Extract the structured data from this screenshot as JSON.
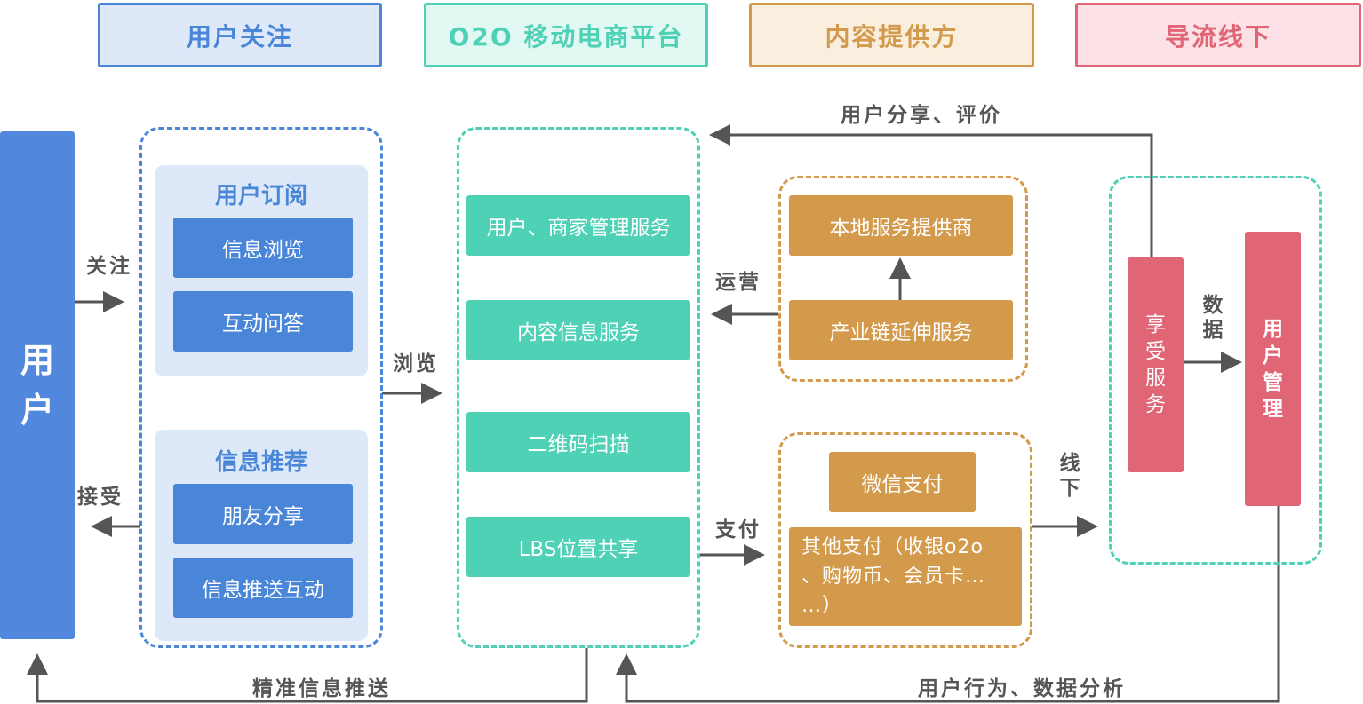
{
  "headers": {
    "user_attention": "用户关注",
    "o2o_platform": "O2O 移动电商平台",
    "content_provider": "内容提供方",
    "offline_traffic": "导流线下"
  },
  "user": {
    "label_chars": [
      "用",
      "户"
    ]
  },
  "attention": {
    "subscribe": {
      "title": "用户订阅",
      "items": [
        "信息浏览",
        "互动问答"
      ]
    },
    "recommend": {
      "title": "信息推荐",
      "items": [
        "朋友分享",
        "信息推送互动"
      ]
    }
  },
  "platform": {
    "items": [
      "用户、商家管理服务",
      "内容信息服务",
      "二维码扫描",
      "LBS位置共享"
    ]
  },
  "provider": {
    "top": "本地服务提供商",
    "bottom": "产业链延伸服务"
  },
  "payment": {
    "wechat": "微信支付",
    "other_lines": [
      "其他支付（收银o2o",
      "、购物币、会员卡…",
      "…）"
    ]
  },
  "offline": {
    "enjoy_chars": [
      "享",
      "受",
      "服",
      "务"
    ],
    "manage_chars": [
      "用",
      "户",
      "管",
      "理"
    ]
  },
  "flow_labels": {
    "follow": "关注",
    "accept": "接受",
    "browse": "浏览",
    "operate": "运营",
    "pay": "支付",
    "offline_chars": [
      "线",
      "下"
    ],
    "data_chars": [
      "数",
      "据"
    ],
    "share_review": "用户分享、评价",
    "precise_push": "精准信息推送",
    "behavior_analysis": "用户行为、数据分析"
  },
  "colors": {
    "blue": "#4a86d8",
    "teal": "#4fd1b6",
    "orange": "#d49a4c",
    "pink": "#e06676",
    "arrow": "#555555"
  }
}
